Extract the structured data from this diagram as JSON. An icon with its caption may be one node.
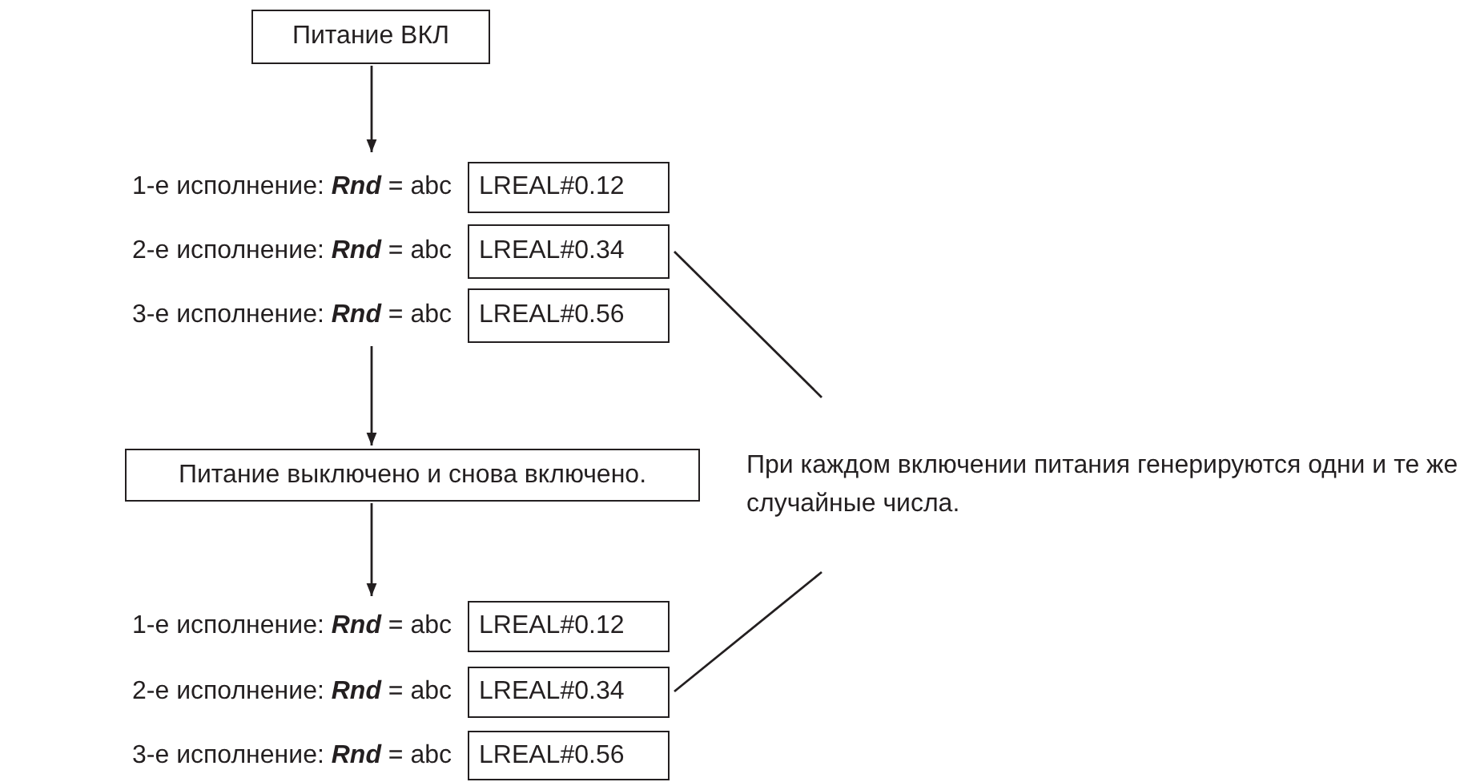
{
  "diagram": {
    "nodes": [
      {
        "text": [
          "Питание ВКЛ"
        ]
      },
      {
        "text": [
          "1-е исполнение: **Rnd** = abc",
          "LREAL#0.12"
        ]
      },
      {
        "text": [
          "2-е исполнение: **Rnd** = abc",
          "LREAL#0.34"
        ]
      },
      {
        "text": [
          "3-е исполнение: **Rnd** = abc",
          "LREAL#0.56"
        ]
      },
      {
        "text": [
          "Питание выключено и снова включено."
        ]
      },
      {
        "text": [
          "1-е исполнение: **Rnd** = abc",
          "LREAL#0.12"
        ]
      },
      {
        "text": [
          "2-е исполнение: **Rnd** = abc",
          "LREAL#0.34"
        ]
      },
      {
        "text": [
          "3-е исполнение: **Rnd** = abc",
          "LREAL#0.56"
        ]
      },
      {
        "text": [
          "При каждом включении питания генерируются одни и те же случайные числа."
        ]
      }
    ],
    "edges": [
      {
        "from": 0,
        "to": 1,
        "arrow": "to"
      },
      {
        "from": 3,
        "to": 4,
        "arrow": "to"
      },
      {
        "from": 4,
        "to": 5,
        "arrow": "to"
      },
      {
        "from": 8,
        "to": 2,
        "arrow": "none"
      },
      {
        "from": 8,
        "to": 6,
        "arrow": "none"
      }
    ]
  }
}
